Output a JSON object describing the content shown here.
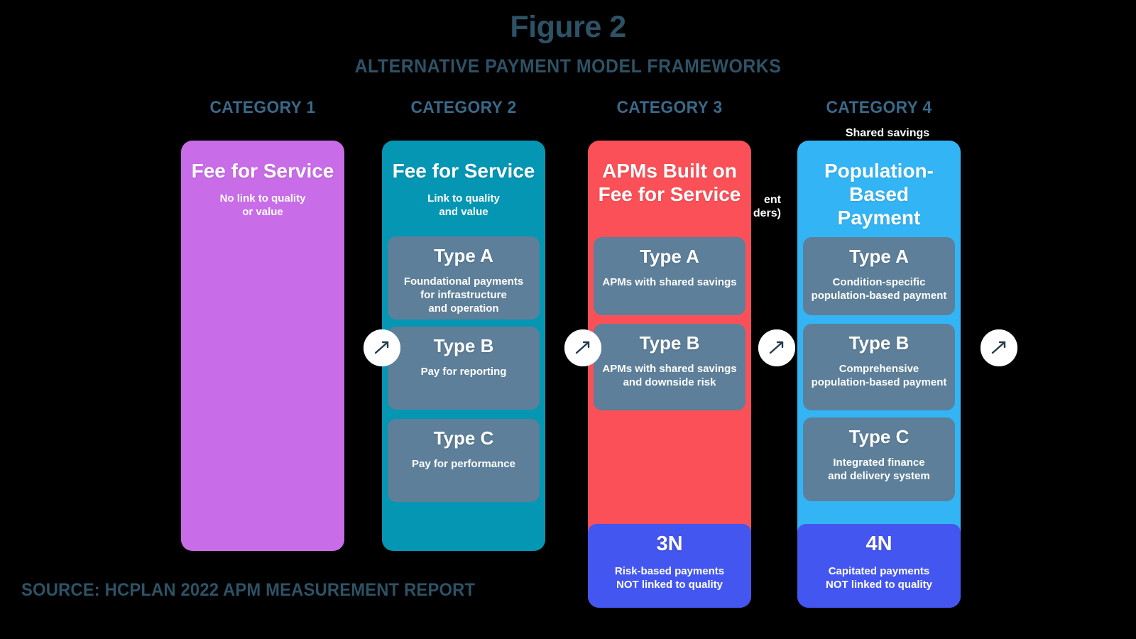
{
  "figure": {
    "title": "Figure 2",
    "subtitle": "ALTERNATIVE PAYMENT MODEL FRAMEWORKS",
    "source": "SOURCE: HCPLAN 2022 APM MEASUREMENT REPORT"
  },
  "colors": {
    "background": "#000000",
    "title_text": "#2D5266",
    "category_heading": "#39698A",
    "category1": "#C86CE8",
    "category2": "#0596B4",
    "category3": "#FB5058",
    "category4": "#33B5F5",
    "type_box": "#5D7F99",
    "n_box": "#4456F0",
    "box_text": "#FFFFFF"
  },
  "categories": [
    {
      "heading": "CATEGORY 1",
      "title": "Fee for Service",
      "subtitle": "No link to quality\nor value",
      "boxes": []
    },
    {
      "heading": "CATEGORY 2",
      "title": "Fee for Service",
      "subtitle": "Link to quality\nand value",
      "boxes": [
        {
          "name": "Type A",
          "desc": "Foundational payments\nfor infrastructure\nand operation"
        },
        {
          "name": "Type B",
          "desc": "Pay for reporting"
        },
        {
          "name": "Type C",
          "desc": "Pay for performance"
        }
      ]
    },
    {
      "heading": "CATEGORY 3",
      "title": "APMs Built on\nFee for Service",
      "subtitle": "",
      "boxes": [
        {
          "name": "Type A",
          "desc": "APMs with shared savings"
        },
        {
          "name": "Type B",
          "desc": "APMs with shared savings\nand downside risk"
        },
        {
          "name": "3N",
          "desc": "Risk-based payments\nNOT linked to quality"
        }
      ]
    },
    {
      "heading": "CATEGORY 4",
      "title": "Population-\nBased\nPayment",
      "subtitle": "",
      "boxes": [
        {
          "name": "Type A",
          "desc": "Condition-specific\npopulation-based payment"
        },
        {
          "name": "Type B",
          "desc": "Comprehensive\npopulation-based payment"
        },
        {
          "name": "Type C",
          "desc": "Integrated finance\nand delivery system"
        },
        {
          "name": "4N",
          "desc": "Capitated payments\nNOT linked to quality"
        }
      ]
    }
  ],
  "clipped_fragments": {
    "category3_overflow": "ent\nders)",
    "category4_overflow": "Shared savings"
  },
  "connectors": [
    {
      "icon": "arrow-circle-icon"
    },
    {
      "icon": "arrow-circle-icon"
    },
    {
      "icon": "arrow-circle-icon"
    },
    {
      "icon": "arrow-circle-icon"
    }
  ]
}
